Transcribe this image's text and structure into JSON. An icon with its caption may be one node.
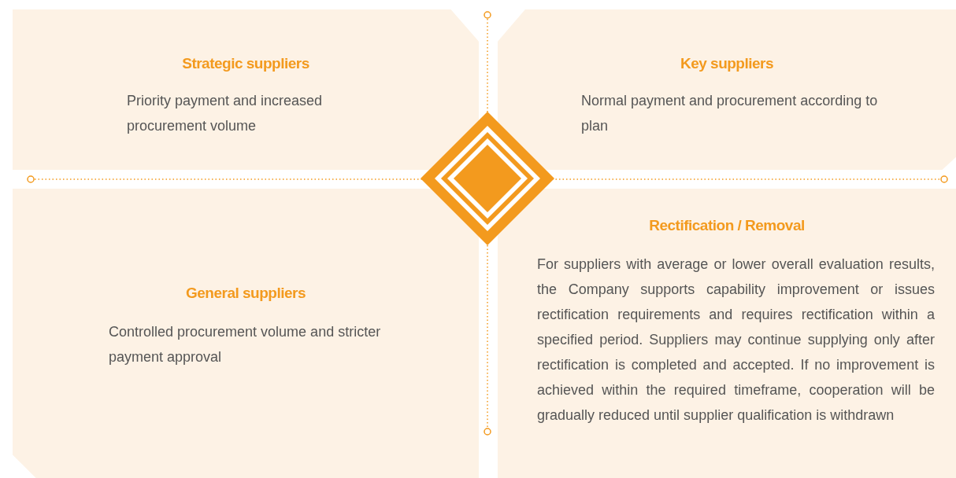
{
  "diagram": {
    "nodes": [
      {
        "text": [
          "Strategic suppliers",
          "Priority payment and increased procurement volume"
        ]
      },
      {
        "text": [
          "Key suppliers",
          "Normal payment and procurement according to plan"
        ]
      },
      {
        "text": [
          "General suppliers",
          "Controlled procurement volume and stricter payment approval"
        ]
      },
      {
        "text": [
          "Rectification / Removal",
          "For suppliers with average or lower overall evaluation results, the Company supports capability improvement or issues rectification requirements and requires rectification within a specified period. Suppliers may continue supplying only after rectification is completed and accepted. If no improvement is achieved within the required timeframe, cooperation will be gradually reduced until supplier qualification is withdrawn"
        ]
      }
    ]
  }
}
